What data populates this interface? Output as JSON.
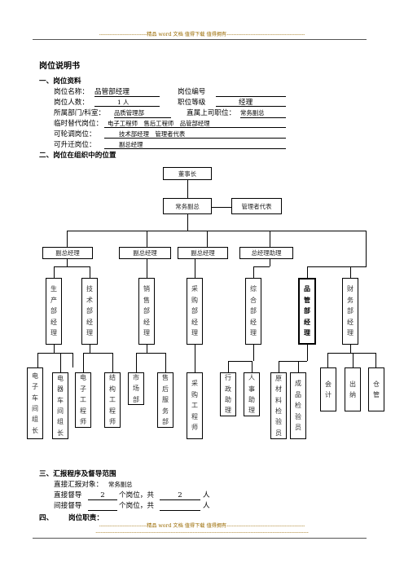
{
  "header_banner": "----------------------------精品 word 文档 值得下载 值得拥有----------------------------------------------",
  "footer_banner": "----------------------------精品 word 文档 值得下载 值得拥有----------------------------------------------",
  "footer_dashes": "-----------------------------------------------------------------------------------------------------------------------------",
  "doc_title": "岗位说明书",
  "sec1": {
    "heading": "一、岗位资料",
    "name_label": "岗位名称：",
    "name_value": "品管部经理",
    "code_label": "岗位编号",
    "code_value": "",
    "count_label": "岗位人数：",
    "count_value": "1 人",
    "level_label": "职位等级",
    "level_value": "经理",
    "dept_label": "所属部门/科室：",
    "dept_value": "品质管理部",
    "superior_label": "直属上司职位：",
    "superior_value": "常务副总",
    "substitute_label": "临时替代岗位：",
    "substitute_value": "电子工程师　售后工程师　品管部经理",
    "rotation_label": "可轮调岗位：",
    "rotation_value": "技术部经理　管理者代表",
    "promotion_label": "可升迁岗位：",
    "promotion_value": "副总经理"
  },
  "sec2": {
    "heading": "二、岗位在组织中的位置"
  },
  "org": {
    "chairman": "董事长",
    "exec_vp": "常务副总",
    "mgmt_rep": "管理者代表",
    "vps": [
      "副总经理",
      "副总经理",
      "副总经理",
      "总经理助理"
    ],
    "depts": [
      {
        "text": "生产部经理",
        "bold": false
      },
      {
        "text": "技术部经理",
        "bold": false
      },
      {
        "text": "销售部经理",
        "bold": false
      },
      {
        "text": "采购部经理",
        "bold": false
      },
      {
        "text": "综合部经理",
        "bold": false
      },
      {
        "text": "品管部经理",
        "bold": true
      },
      {
        "text": "财务部经理",
        "bold": false
      }
    ],
    "staff": [
      "电子车间组长",
      "电器车间组长",
      "电子工程师",
      "结构工程师",
      "市场部",
      "售后服务部",
      "采购工程师",
      "行政助理",
      "人事助理",
      "原材料检验员",
      "成品检验员",
      "会计",
      "出纳",
      "仓管"
    ]
  },
  "sec3": {
    "heading": "三、汇报程序及督导范围",
    "report_label": "直接汇报对象：",
    "report_value": "常务副总",
    "direct_label": "直接督导",
    "direct_value": "2",
    "indirect_label": "间接督导",
    "indirect_value": "",
    "unit_post": "个岗位，共",
    "unit_person": "人",
    "direct_total": "2",
    "indirect_total": ""
  },
  "sec4": {
    "heading_num": "四、",
    "heading_text": "岗位职责："
  }
}
